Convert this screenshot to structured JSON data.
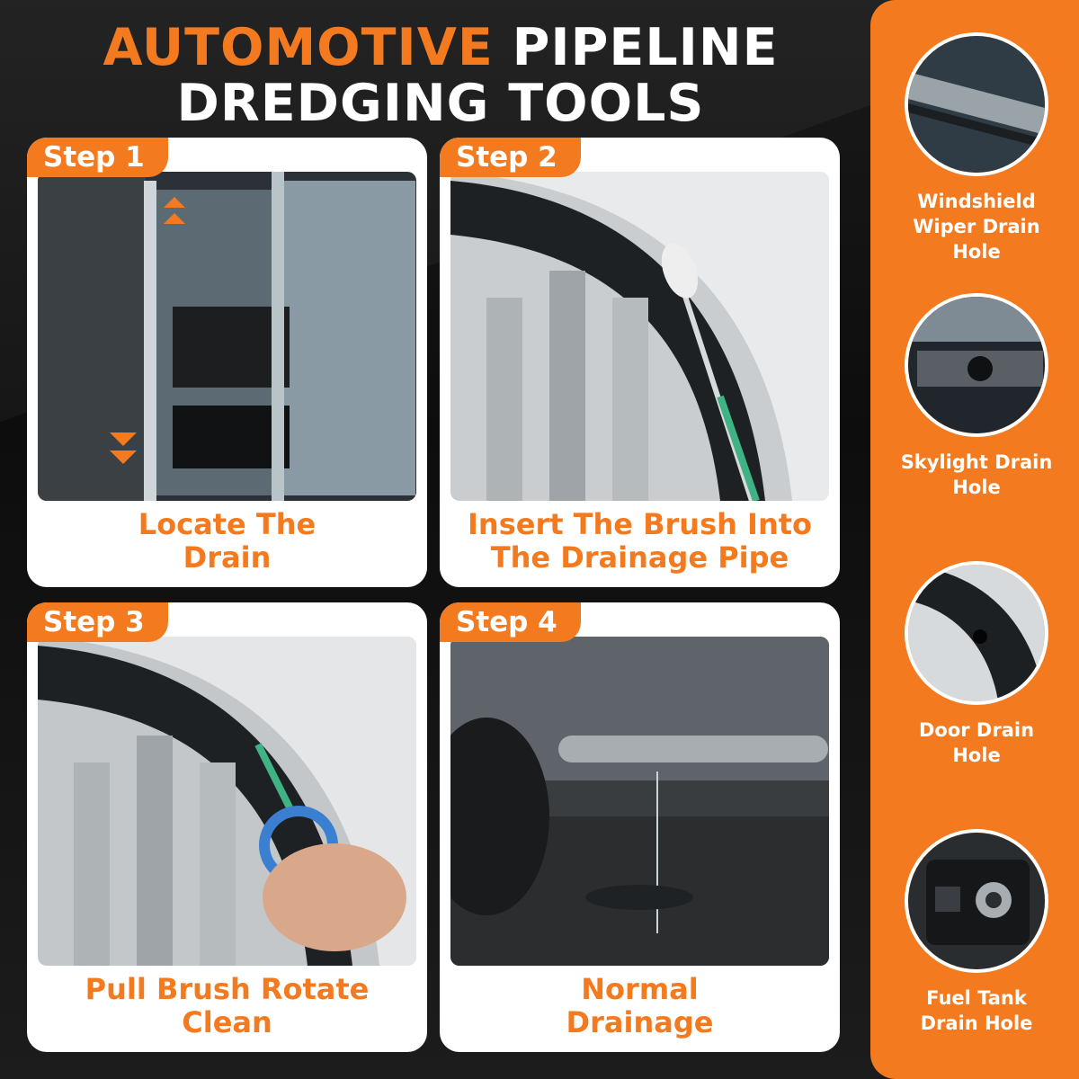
{
  "title": {
    "line1_accent": "AUTOMOTIVE",
    "line1_rest": "PIPELINE",
    "line2": "DREDGING TOOLS"
  },
  "steps": [
    {
      "tab": "Step 1",
      "caption_line1": "Locate The",
      "caption_line2": "Drain"
    },
    {
      "tab": "Step 2",
      "caption_line1": "Insert The Brush Into",
      "caption_line2": "The Drainage Pipe"
    },
    {
      "tab": "Step 3",
      "caption_line1": "Pull Brush Rotate",
      "caption_line2": "Clean"
    },
    {
      "tab": "Step 4",
      "caption_line1": "Normal",
      "caption_line2": "Drainage"
    }
  ],
  "sidebar": [
    {
      "line1": "Windshield",
      "line2": "Wiper Drain",
      "line3": "Hole"
    },
    {
      "line1": "Skylight Drain",
      "line2": "Hole"
    },
    {
      "line1": "Door Drain",
      "line2": "Hole"
    },
    {
      "line1": "Fuel Tank",
      "line2": "Drain Hole"
    }
  ],
  "colors": {
    "accent": "#f47a1f",
    "background": "#111111",
    "card": "#ffffff"
  }
}
